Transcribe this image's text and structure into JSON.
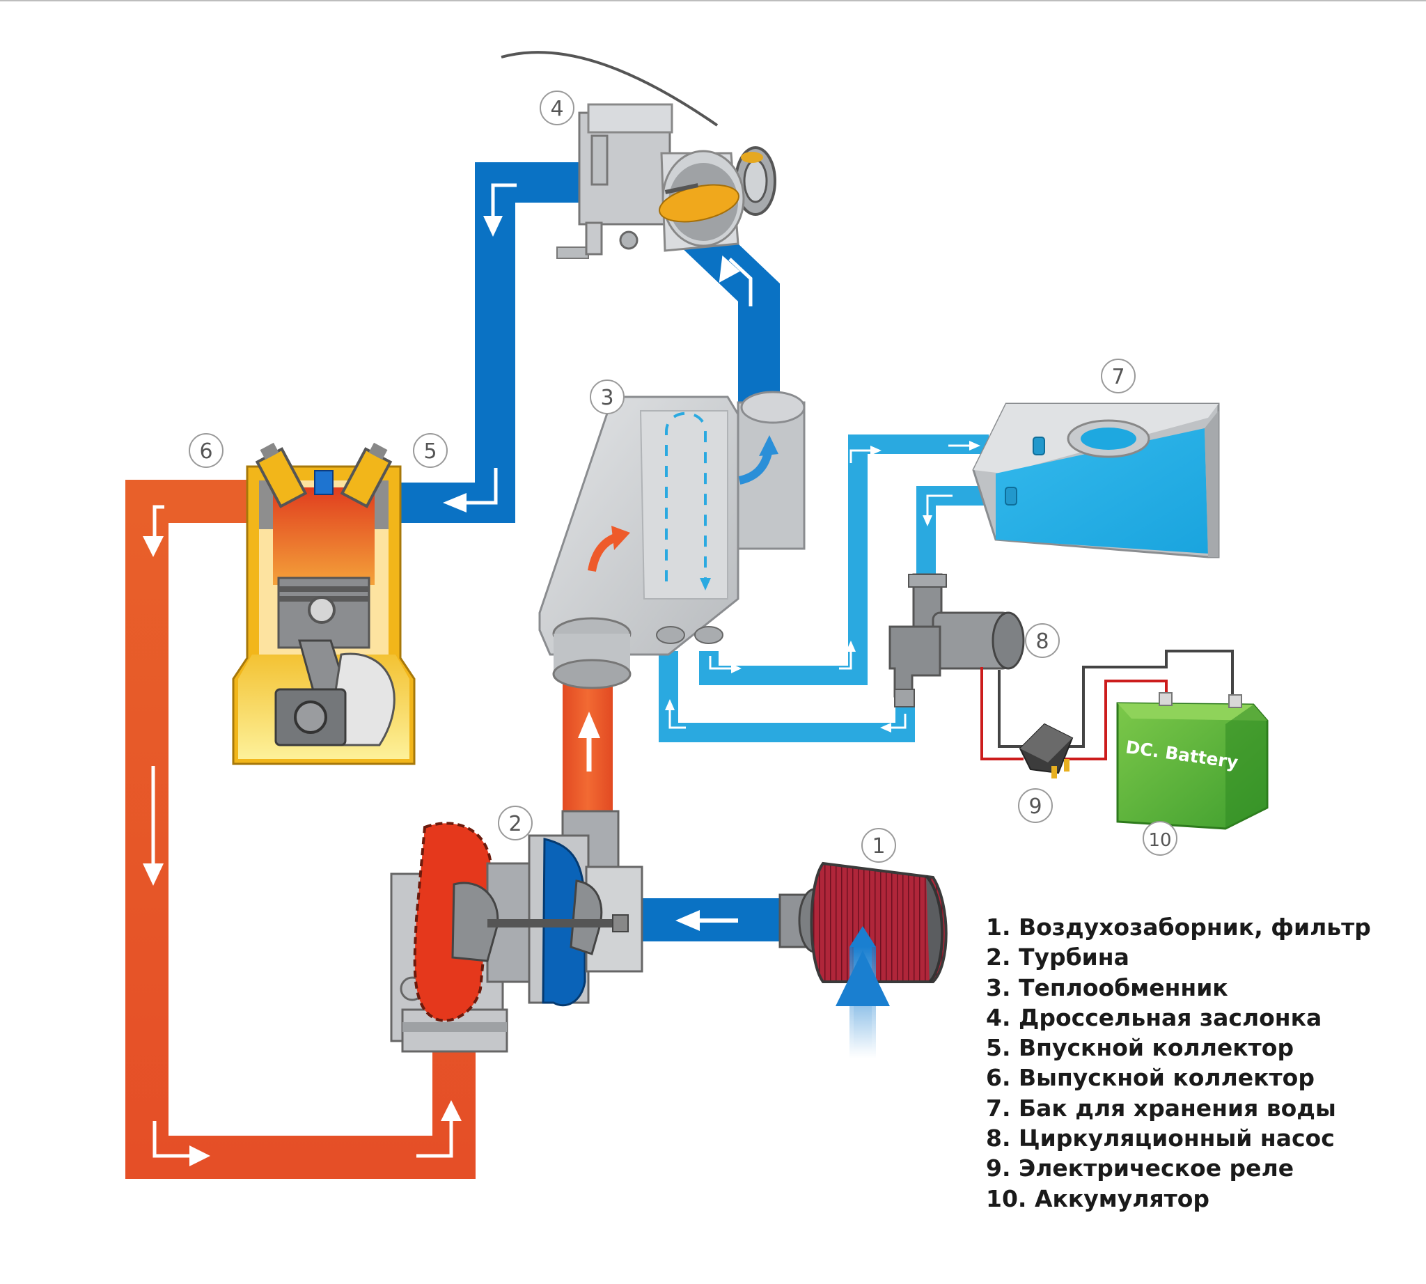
{
  "colors": {
    "cold_air": "#0a72c4",
    "hot_exhaust": "#e8552a",
    "water": "#2aa9e0",
    "metal": "#c8cacc",
    "engine_casing": "#f2b61a",
    "battery": "#4caf3c",
    "wire_red": "#cc1c1c",
    "wire_black": "#444444"
  },
  "component_numbers": {
    "air_filter": "1",
    "turbine": "2",
    "heat_exchanger": "3",
    "throttle": "4",
    "intake_manifold": "5",
    "exhaust_manifold": "6",
    "water_tank": "7",
    "pump": "8",
    "relay": "9",
    "battery": "10"
  },
  "battery_label": "DC. Battery",
  "legend": [
    "1. Воздухозаборник, фильтр",
    "2. Турбина",
    "3. Теплообменник",
    "4. Дроссельная заслонка",
    "5. Впускной коллектор",
    "6. Выпускной коллектор",
    "7. Бак для хранения воды",
    "8. Циркуляционный насос",
    "9. Электрическое реле",
    "10. Аккумулятор"
  ]
}
